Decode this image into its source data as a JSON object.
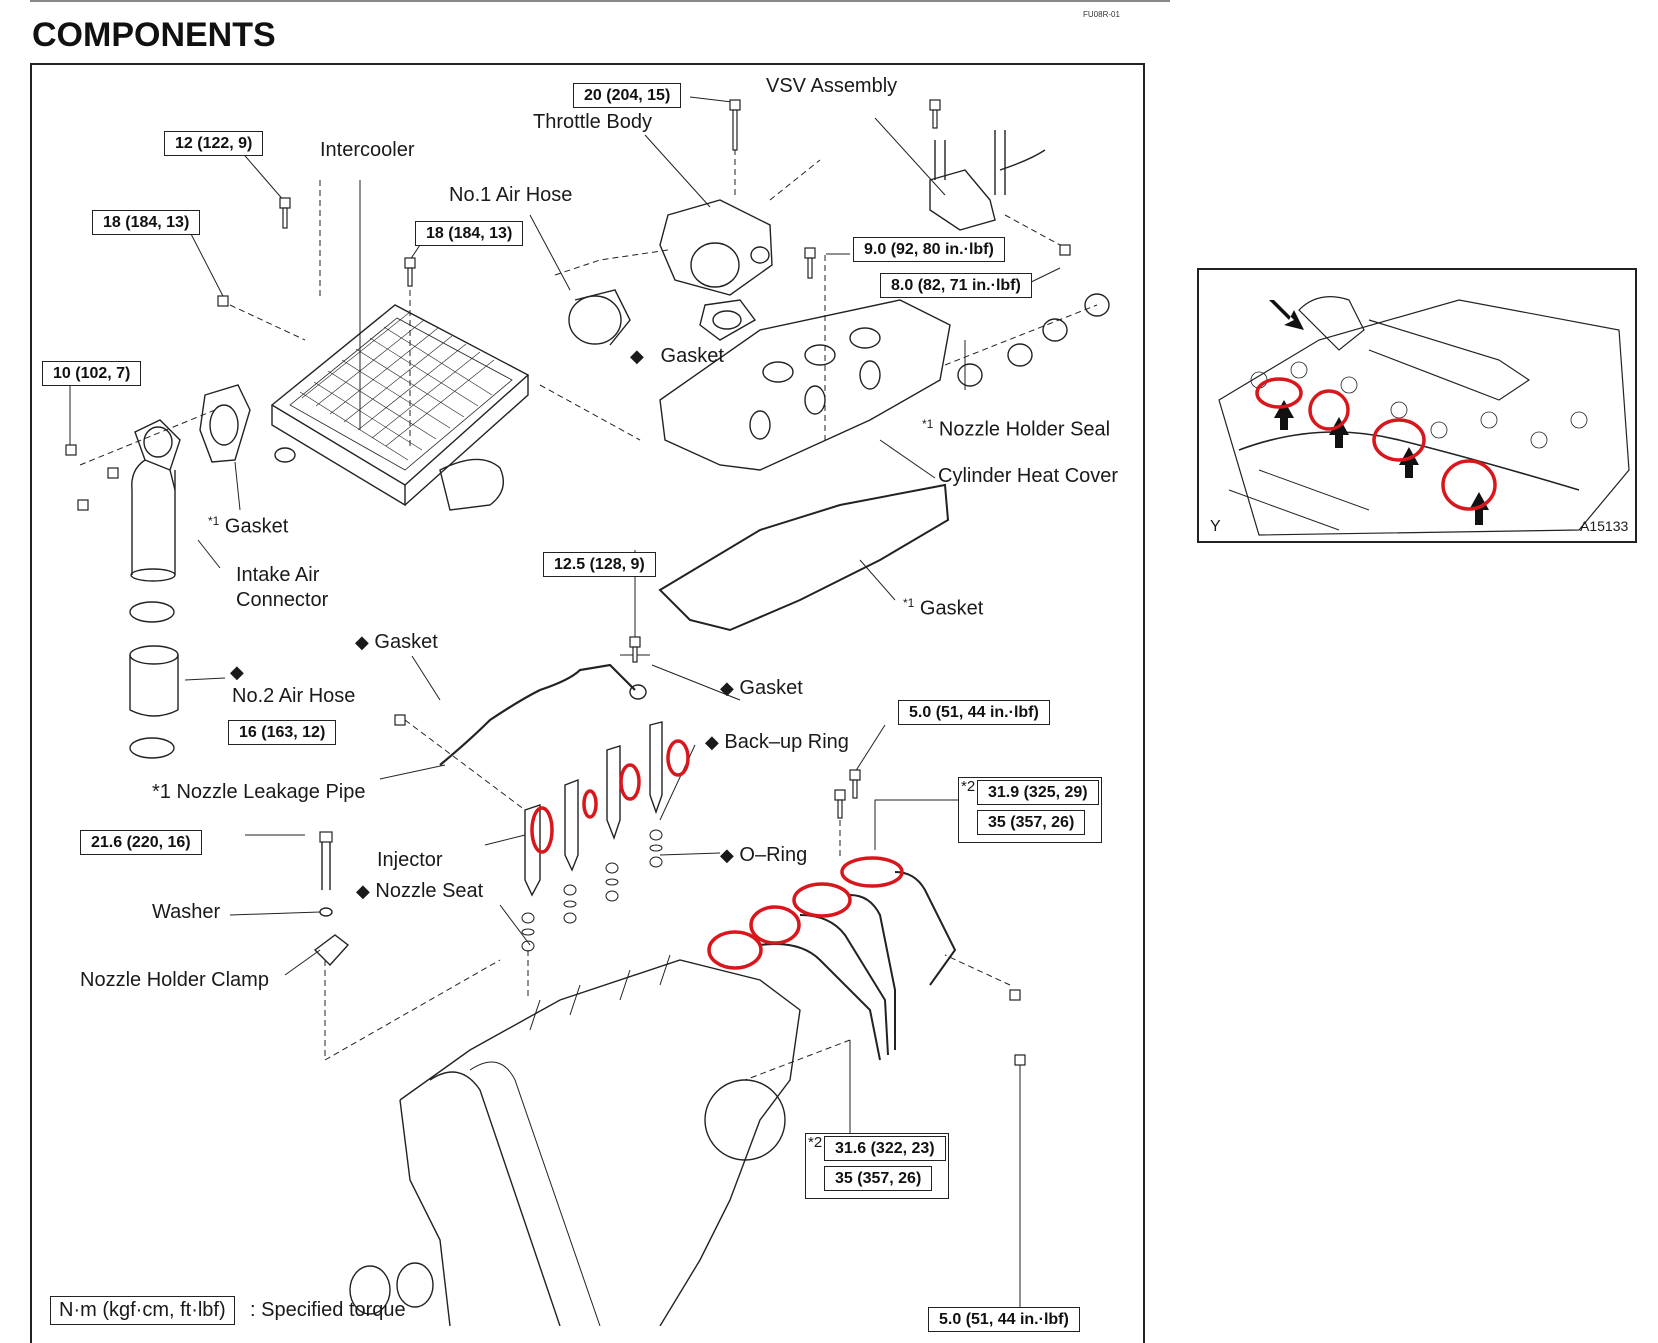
{
  "header": {
    "title": "COMPONENTS",
    "code": "FU08R-01"
  },
  "parts": {
    "intercooler": "Intercooler",
    "throttle_body": "Throttle Body",
    "vsv_assembly": "VSV Assembly",
    "no1_air_hose": "No.1 Air Hose",
    "gasket_throttle": "Gasket",
    "gasket_intercooler": "Gasket",
    "intake_air_connector_line1": "Intake Air",
    "intake_air_connector_line2": "Connector",
    "no2_air_hose": "No.2 Air Hose",
    "gasket_leak_pipe": "Gasket",
    "gasket_union": "Gasket",
    "nozzle_leakage_pipe": "*1 Nozzle Leakage Pipe",
    "nozzle_holder_seal": "Nozzle Holder Seal",
    "cylinder_heat_cover": "Cylinder Heat Cover",
    "gasket_cover": "Gasket",
    "backup_ring": "Back–up Ring",
    "injector": "Injector",
    "o_ring": "O–Ring",
    "nozzle_seat": "Nozzle Seat",
    "washer": "Washer",
    "nozzle_holder_clamp": "Nozzle Holder Clamp"
  },
  "marks": {
    "star1": "*1",
    "star2": "*2",
    "diamond": "◆"
  },
  "torques": {
    "t_20": "20 (204, 15)",
    "t_12": "12 (122, 9)",
    "t_18a": "18 (184, 13)",
    "t_18b": "18 (184, 13)",
    "t_9": "9.0 (92, 80 in.·lbf)",
    "t_8": "8.0 (82, 71 in.·lbf)",
    "t_10": "10 (102, 7)",
    "t_12_5": "12.5 (128, 9)",
    "t_16": "16 (163, 12)",
    "t_5a": "5.0 (51, 44 in.·lbf)",
    "t_31_9": "31.9 (325, 29)",
    "t_35a": "35 (357, 26)",
    "t_21_6": "21.6 (220, 16)",
    "t_31_6": "31.6 (322, 23)",
    "t_35b": "35 (357, 26)",
    "t_5b": "5.0 (51, 44 in.·lbf)"
  },
  "legend": {
    "unit_box": "N·m (kgf·cm, ft·lbf)",
    "description": ": Specified torque"
  },
  "inset": {
    "view_letter": "Y",
    "figure_code": "A15133"
  },
  "highlight_color": "#d9161c"
}
